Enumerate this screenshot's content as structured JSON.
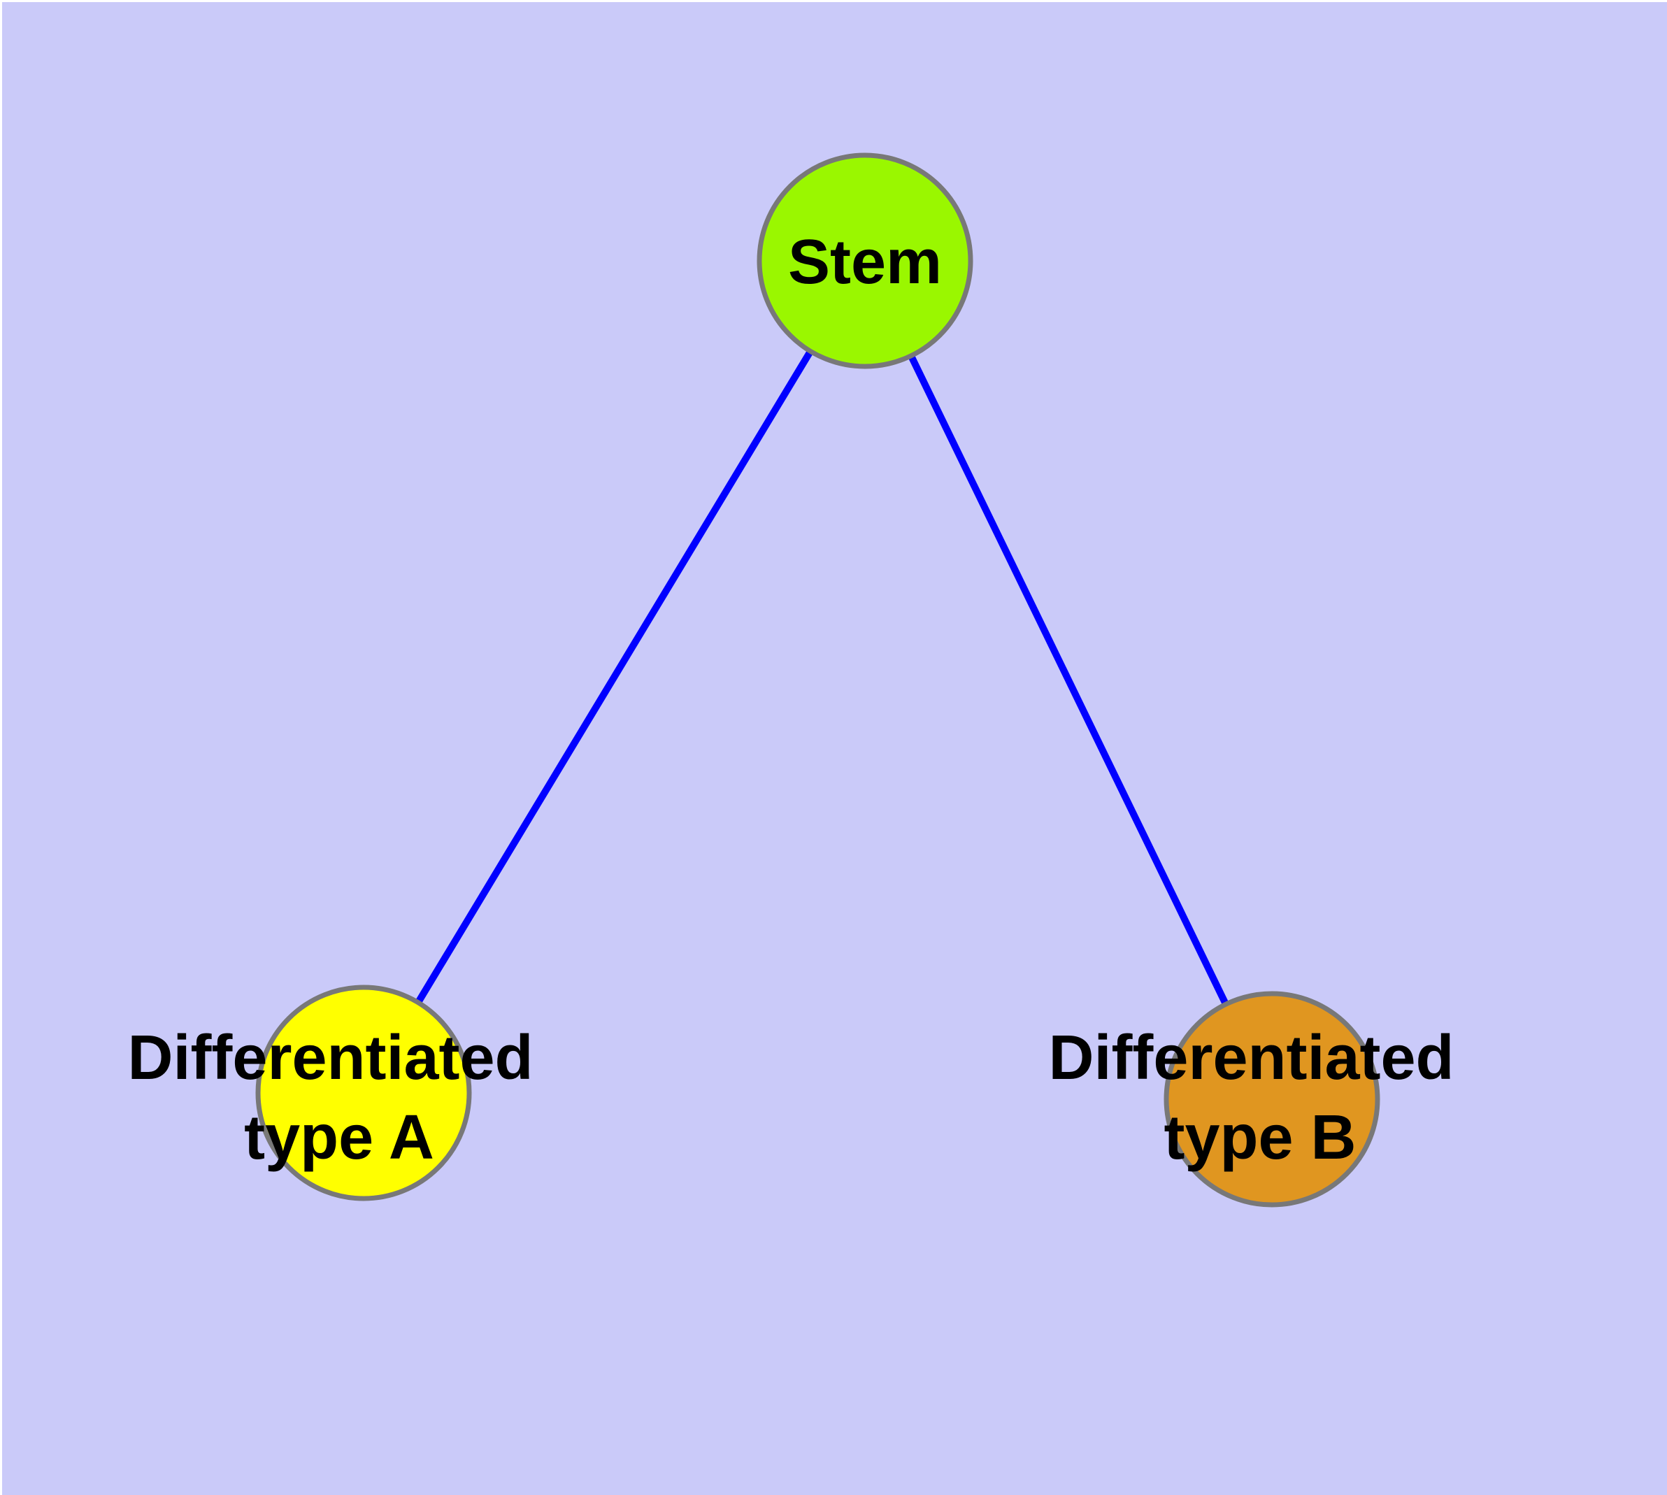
{
  "diagram": {
    "type": "graph",
    "description": "Cell differentiation graph: one stem node connected to two differentiated type nodes",
    "colors": {
      "background": "#cacaf9",
      "page_margin": "#ffffff",
      "edge": "#0000ff",
      "node_border": "#787878",
      "label": "#000000"
    },
    "nodes": [
      {
        "id": "stem",
        "label": "Stem",
        "label_line1": "Stem",
        "label_line2": "",
        "color": "#9af700"
      },
      {
        "id": "diff-a",
        "label": "Differentiated type A",
        "label_line1": "Differentiated",
        "label_line2": "type A",
        "color": "#ffff00"
      },
      {
        "id": "diff-b",
        "label": "Differentiated type B",
        "label_line1": "Differentiated",
        "label_line2": "type B",
        "color": "#e09620"
      }
    ],
    "edges": [
      {
        "from": "stem",
        "to": "diff-a"
      },
      {
        "from": "stem",
        "to": "diff-b"
      }
    ]
  }
}
